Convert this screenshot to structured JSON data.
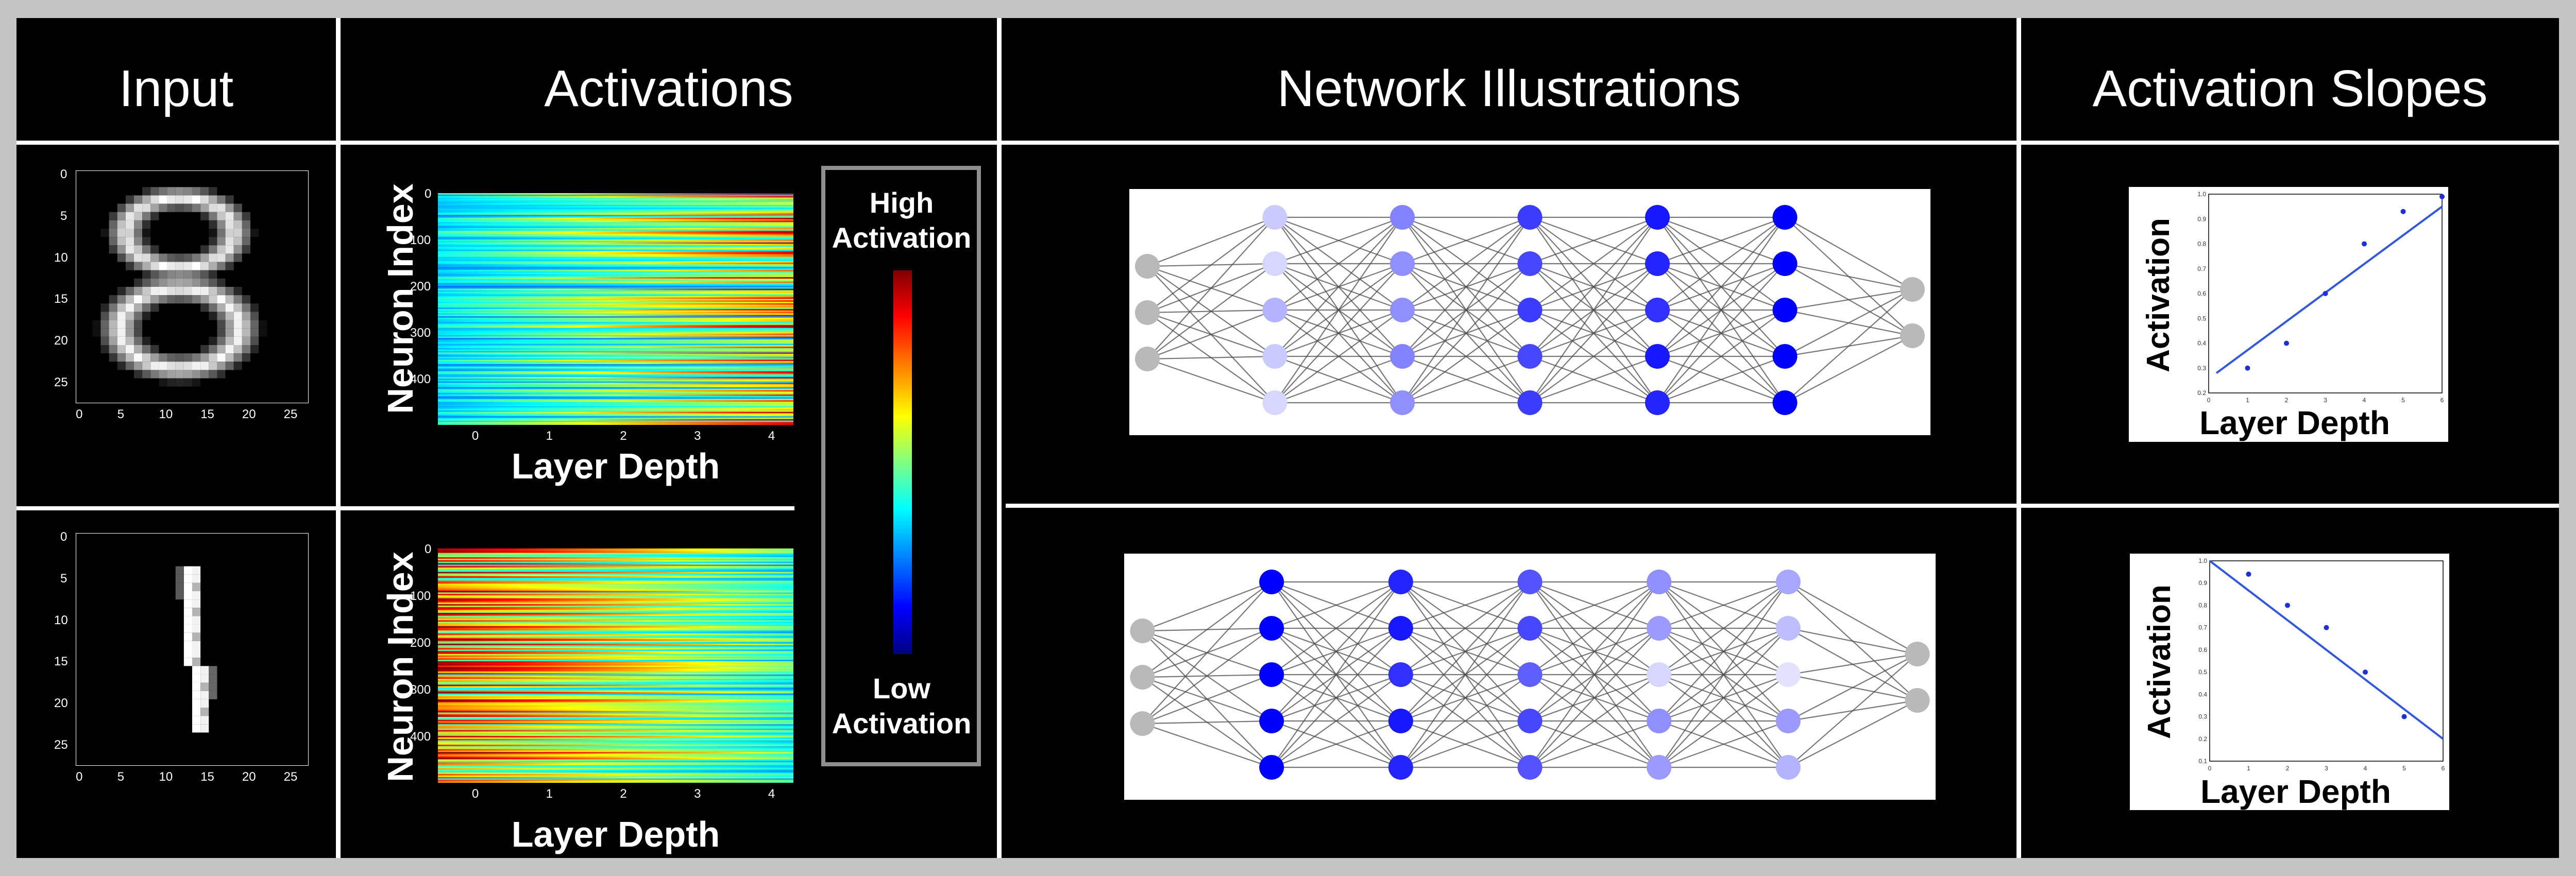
{
  "headers": {
    "input": "Input",
    "activations": "Activations",
    "network": "Network Illustrations",
    "slopes": "Activation Slopes"
  },
  "labels": {
    "neuron_index": "Neuron Index",
    "layer_depth": "Layer Depth",
    "activation": "Activation"
  },
  "colorbar": {
    "high": "High Activation",
    "low": "Low Activation"
  },
  "ticks": {
    "image": [
      "0",
      "5",
      "10",
      "15",
      "20",
      "25"
    ],
    "heatmap_x": [
      "0",
      "1",
      "2",
      "3",
      "4"
    ],
    "heatmap_y": [
      "0",
      "100",
      "200",
      "300",
      "400"
    ]
  },
  "rows": [
    {
      "digit": "8",
      "network_intensities": [
        [
          0.15,
          0.1,
          0.25,
          0.15,
          0.1
        ],
        [
          0.45,
          0.4,
          0.4,
          0.45,
          0.4
        ],
        [
          0.75,
          0.7,
          0.75,
          0.7,
          0.75
        ],
        [
          0.9,
          0.85,
          0.8,
          0.9,
          0.85
        ],
        [
          1.0,
          1.0,
          1.0,
          1.0,
          1.0
        ]
      ],
      "slope": {
        "type": "scatter",
        "xlabel": "Layer Depth",
        "ylabel": "Activation",
        "xlim": [
          0,
          6
        ],
        "ylim": [
          0.2,
          1.0
        ],
        "x_ticks": [
          "0",
          "1",
          "2",
          "3",
          "4",
          "5",
          "6"
        ],
        "y_ticks": [
          "0.2",
          "0.3",
          "0.4",
          "0.5",
          "0.6",
          "0.7",
          "0.8",
          "0.9",
          "1.0"
        ],
        "points": [
          [
            1,
            0.3
          ],
          [
            2,
            0.4
          ],
          [
            3,
            0.6
          ],
          [
            4,
            0.8
          ],
          [
            5,
            0.93
          ],
          [
            6,
            0.99
          ]
        ],
        "fit": [
          [
            0.2,
            0.28
          ],
          [
            6,
            0.95
          ]
        ]
      }
    },
    {
      "digit": "1",
      "network_intensities": [
        [
          1.0,
          1.0,
          1.0,
          1.0,
          1.0
        ],
        [
          0.85,
          0.9,
          0.8,
          0.9,
          0.85
        ],
        [
          0.65,
          0.7,
          0.6,
          0.7,
          0.65
        ],
        [
          0.4,
          0.35,
          0.1,
          0.4,
          0.35
        ],
        [
          0.3,
          0.2,
          0.05,
          0.35,
          0.25
        ]
      ],
      "slope": {
        "type": "scatter",
        "xlabel": "Layer Depth",
        "ylabel": "Activation",
        "xlim": [
          0,
          6
        ],
        "ylim": [
          0.1,
          1.0
        ],
        "x_ticks": [
          "0",
          "1",
          "2",
          "3",
          "4",
          "5",
          "6"
        ],
        "y_ticks": [
          "0.1",
          "0.2",
          "0.3",
          "0.4",
          "0.5",
          "0.6",
          "0.7",
          "0.8",
          "0.9",
          "1.0"
        ],
        "points": [
          [
            1,
            0.94
          ],
          [
            2,
            0.8
          ],
          [
            3,
            0.7
          ],
          [
            4,
            0.5
          ],
          [
            5,
            0.3
          ]
        ],
        "fit": [
          [
            0,
            1.0
          ],
          [
            6,
            0.2
          ]
        ]
      }
    }
  ]
}
